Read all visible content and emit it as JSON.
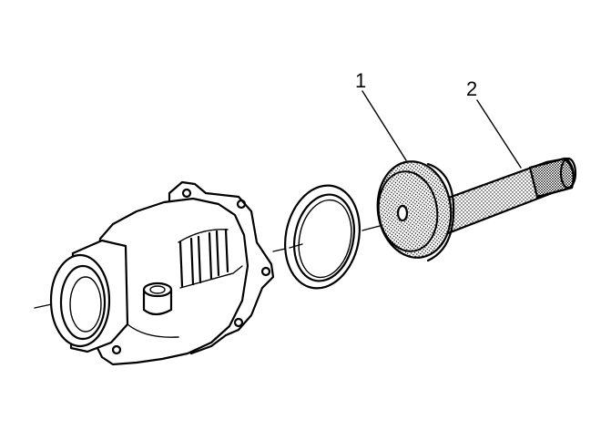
{
  "callouts": [
    {
      "label": "1",
      "part": "installer-disc"
    },
    {
      "label": "2",
      "part": "driver-handle"
    }
  ],
  "colors": {
    "line": "#000000",
    "background": "#ffffff",
    "stipple": "#000000"
  }
}
